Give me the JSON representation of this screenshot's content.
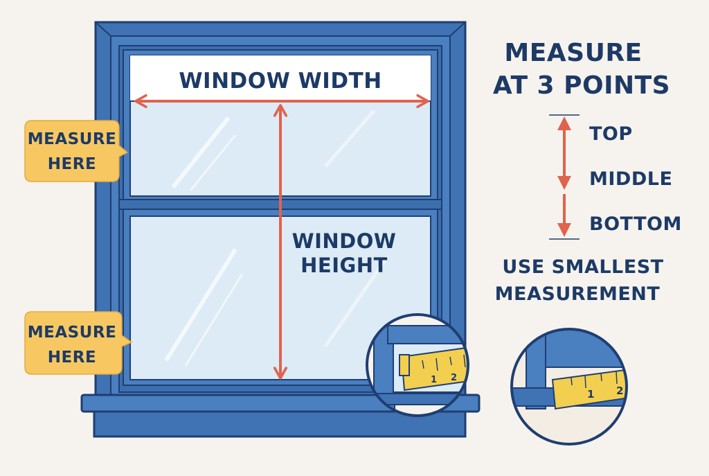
{
  "labels": {
    "window_width": "WINDOW WIDTH",
    "window_height_line1": "WINDOW",
    "window_height_line2": "HEIGHT",
    "callout_top_line1": "MEASURE",
    "callout_top_line2": "HERE",
    "callout_bottom_line1": "MEASURE",
    "callout_bottom_line2": "HERE"
  },
  "side_panel": {
    "title_line1": "MEASURE",
    "title_line2": "AT 3 POINTS",
    "points": [
      "TOP",
      "MIDDLE",
      "BOTTOM"
    ],
    "tip_line1": "USE SMALLEST",
    "tip_line2": "MEASUREMENT"
  },
  "tape_marks": {
    "left_circle": [
      "1",
      "2"
    ],
    "right_circle": [
      "1",
      "2"
    ]
  },
  "colors": {
    "frame": "#3f73b3",
    "frame_dark": "#1f3e72",
    "glass": "#dcebf6",
    "arrow": "#e0634e",
    "callout": "#f7c862",
    "text": "#1d3a66",
    "tape": "#f3cf4f"
  }
}
